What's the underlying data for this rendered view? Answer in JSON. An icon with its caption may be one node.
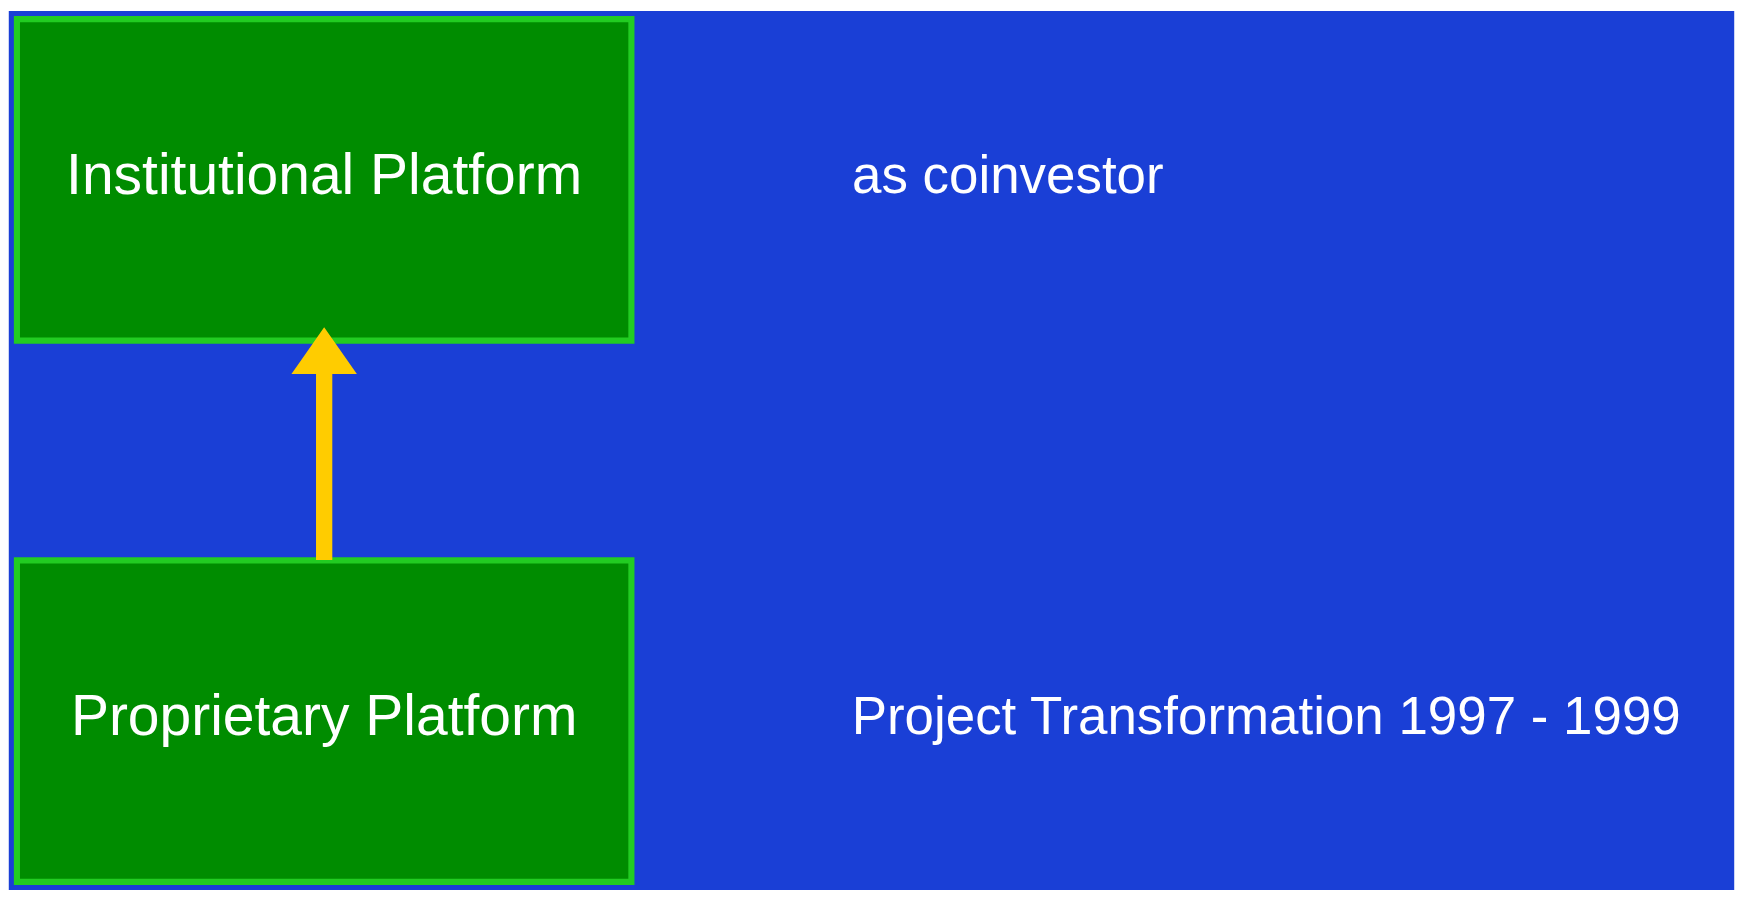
{
  "diagram": {
    "nodes": [
      {
        "text": [
          "Institutional Platform"
        ]
      },
      {
        "text": [
          "Proprietary Platform"
        ]
      }
    ],
    "edges": [
      {
        "from": 1,
        "to": 0,
        "arrow": "to"
      }
    ],
    "labels": [
      "as coinvestor",
      "Project Transformation 1997 - 1999"
    ]
  }
}
